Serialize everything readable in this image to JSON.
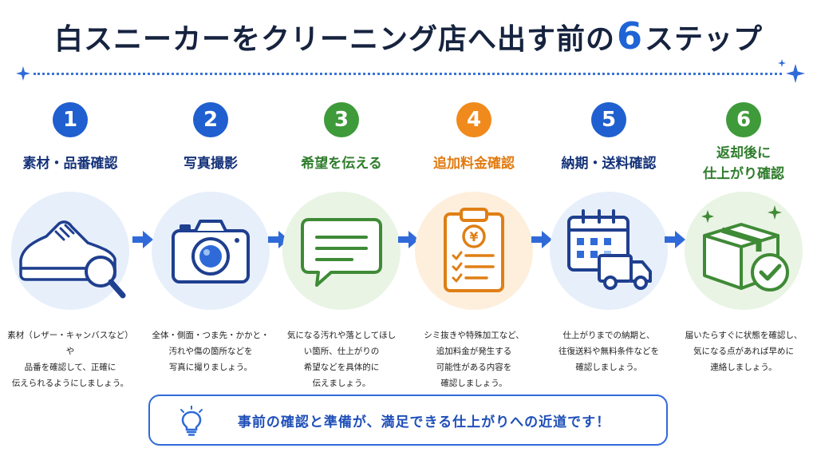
{
  "title": {
    "prefix": "白スニーカーをクリーニング店へ出す前の",
    "number": "6",
    "suffix": "ステップ"
  },
  "colors": {
    "blue": "#1f5fcf",
    "green": "#3f9a3a",
    "orange": "#f08a1c",
    "navy": "#16233f"
  },
  "steps": [
    {
      "number": "1",
      "title": "素材・品番確認",
      "icon": "sneaker-magnifier-icon",
      "description": "素材（レザー・キャンバスなど）や\n品番を確認して、正確に\n伝えられるようにしましょう。"
    },
    {
      "number": "2",
      "title": "写真撮影",
      "icon": "camera-icon",
      "description": "全体・側面・つま先・かかと・\n汚れや傷の箇所などを\n写真に撮りましょう。"
    },
    {
      "number": "3",
      "title": "希望を伝える",
      "icon": "speech-bubble-icon",
      "description": "気になる汚れや落としてほしい箇所、仕上がりの\n希望などを具体的に\n伝えましょう。"
    },
    {
      "number": "4",
      "title": "追加料金確認",
      "icon": "yen-clipboard-icon",
      "description": "シミ抜きや特殊加工など、\n追加料金が発生する\n可能性がある内容を\n確認しましょう。"
    },
    {
      "number": "5",
      "title": "納期・送料確認",
      "icon": "calendar-truck-icon",
      "description": "仕上がりまでの納期と、\n往復送料や無料条件などを\n確認しましょう。"
    },
    {
      "number": "6",
      "title": "返却後に\n仕上がり確認",
      "icon": "box-check-icon",
      "description": "届いたらすぐに状態を確認し、\n気になる点があれば早めに\n連絡しましょう。"
    }
  ],
  "footer": {
    "text": "事前の確認と準備が、満足できる仕上がりへの近道です！",
    "icon": "lightbulb-icon"
  }
}
